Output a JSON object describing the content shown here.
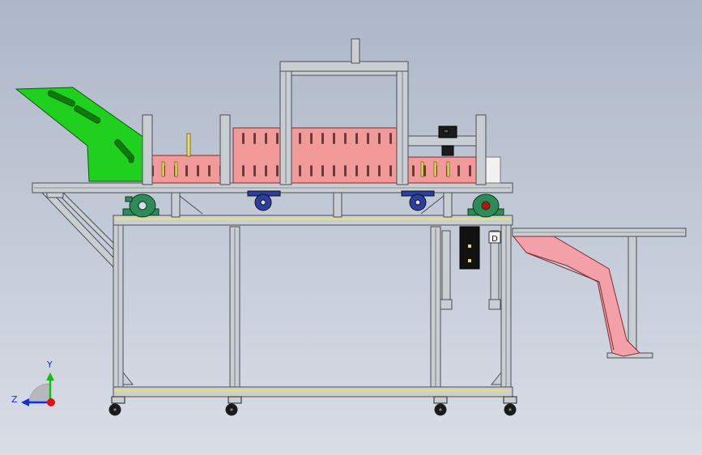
{
  "viewport": {
    "background_top": "#adb7c8",
    "background_bottom": "#d9dde6"
  },
  "colors": {
    "frame": "#c9ced3",
    "frame_edge": "#4a4f55",
    "yellow_rail": "#e8df6a",
    "green_hopper": "#1fd01f",
    "pink_panel": "#f29a9a",
    "pink_chute": "#f3a0a8",
    "pillow_block": "#2e8b57",
    "caster": "#2a3fa0",
    "motor": "#1c1c1c",
    "axis_x": "#e01010",
    "axis_y": "#10c010",
    "axis_z": "#1030e0"
  },
  "icons": {
    "triad": "coordinate-triad-icon",
    "pillow_block": "pillow-block-bearing-icon",
    "caster": "caster-wheel-icon",
    "motor": "motor-icon"
  },
  "axes": {
    "y_label": "Y",
    "z_label": "Z"
  },
  "sensor_label": "D"
}
